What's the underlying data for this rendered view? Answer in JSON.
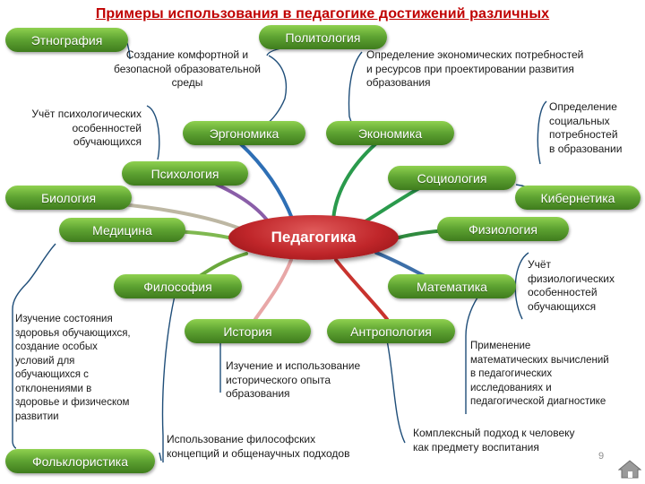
{
  "title": "Примеры использования в педагогике достижений различных",
  "center": "Педагогика",
  "disciplines": {
    "ethnography": "Этнография",
    "politology": "Политология",
    "ergonomics": "Эргономика",
    "economics": "Экономика",
    "psychology": "Психология",
    "sociology": "Социология",
    "biology": "Биология",
    "cybernetics": "Кибернетика",
    "medicine": "Медицина",
    "physiology": "Физиология",
    "philosophy": "Философия",
    "mathematics": "Математика",
    "history": "История",
    "anthropology": "Антропология",
    "folkloristics": "Фольклористика"
  },
  "notes": {
    "ergonomics": [
      "Создание комфортной и",
      "безопасной образовательной",
      "среды"
    ],
    "economics": [
      "Определение экономических потребностей",
      "и ресурсов при проектировании развития",
      "образования"
    ],
    "psychology": [
      "Учёт психологических",
      "особенностей",
      "обучающихся"
    ],
    "sociology": [
      "Определение",
      "социальных",
      "потребностей",
      "в образовании"
    ],
    "physiology": [
      "Учёт",
      "физиологических",
      "особенностей",
      "обучающихся"
    ],
    "medicine": [
      "Изучение состояния",
      "здоровья обучающихся,",
      "создание особых",
      "условий для",
      "обучающихся  с",
      "отклонениями в",
      "здоровье и физическом",
      "развитии"
    ],
    "mathematics": [
      "Применение",
      "математических вычислений",
      "в педагогических",
      "исследованиях и",
      "педагогической диагностике"
    ],
    "history": [
      "Изучение и использование",
      "исторического опыта",
      "образования"
    ],
    "philosophy": [
      "Использование философских",
      "концепций и общенаучных подходов"
    ],
    "anthropology": [
      "Комплексный подход к человеку",
      "как предмету воспитания"
    ]
  },
  "page_number": "9",
  "colors": {
    "pill_green": "#5ea332",
    "center_red": "#c0262a",
    "title_red": "#c00000",
    "bracket_blue": "#1f4e79"
  }
}
